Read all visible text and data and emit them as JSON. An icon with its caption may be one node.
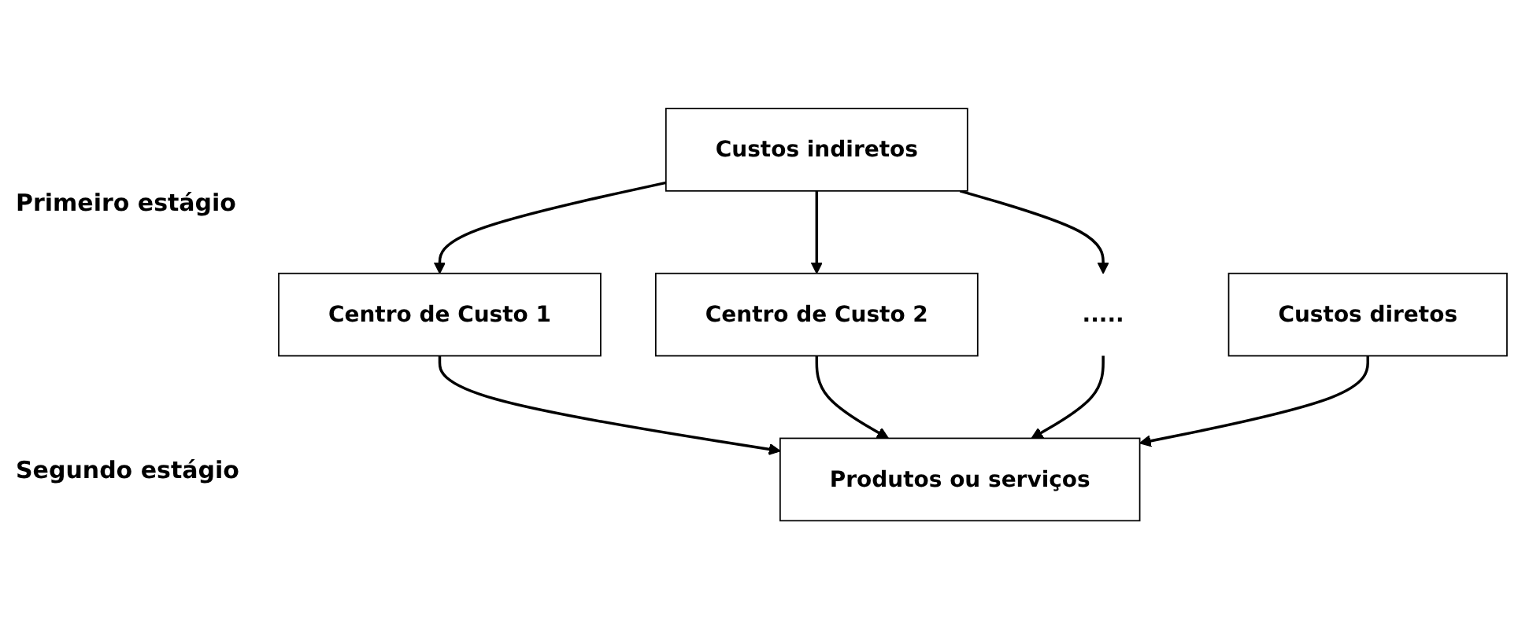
{
  "diagram": {
    "nodes": [
      {
        "text": [
          "Custos indiretos"
        ]
      },
      {
        "text": [
          "Custos diretos"
        ]
      },
      {
        "text": [
          "Centro de Custo 1"
        ]
      },
      {
        "text": [
          "Centro de Custo 2"
        ]
      },
      {
        "text": [
          "....."
        ]
      },
      {
        "text": [
          "Produtos ou serviços"
        ]
      }
    ],
    "edges": [
      {
        "from": 0,
        "to": 2,
        "arrow": "to"
      },
      {
        "from": 0,
        "to": 3,
        "arrow": "to"
      },
      {
        "from": 0,
        "to": 4,
        "arrow": "to"
      },
      {
        "from": 2,
        "to": 5,
        "arrow": "to"
      },
      {
        "from": 3,
        "to": 5,
        "arrow": "to"
      },
      {
        "from": 4,
        "to": 5,
        "arrow": "to"
      },
      {
        "from": 1,
        "to": 5,
        "arrow": "to"
      }
    ],
    "labels": [
      "Primeiro estágio",
      "Segundo estágio"
    ]
  }
}
